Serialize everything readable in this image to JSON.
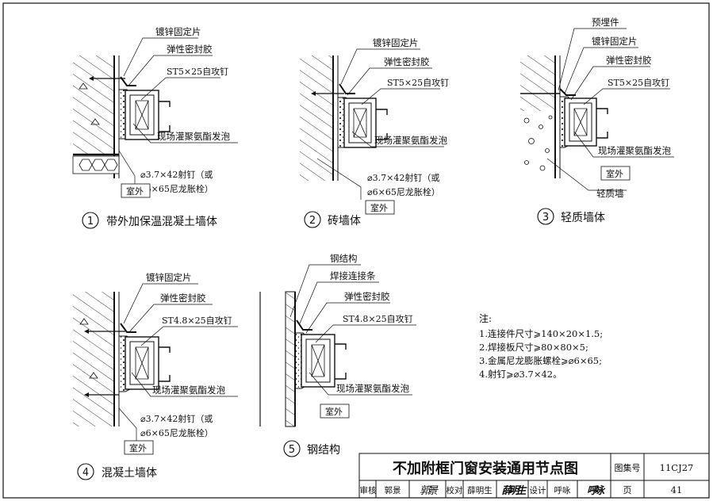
{
  "labels": {
    "zinc_plate": "镀锌固定片",
    "sealant": "弹性密封胶",
    "screw_st5": "ST5×25自攻钉",
    "screw_st48": "ST4.8×25自攻钉",
    "foam": "现场灌聚氨酯发泡",
    "nail_line1": "⌀3.7×42射钉（或",
    "nail_line2": "⌀6×65尼龙胀栓）",
    "outdoor": "室外",
    "embedded": "预埋件",
    "light_wall": "轻质墙",
    "steel_member": "钢结构",
    "weld_strip": "焊接连接条"
  },
  "details": [
    {
      "num": "1",
      "title": "带外加保温混凝土墙体"
    },
    {
      "num": "2",
      "title": "砖墙体"
    },
    {
      "num": "3",
      "title": "轻质墙体"
    },
    {
      "num": "4",
      "title": "混凝土墙体"
    },
    {
      "num": "5",
      "title": "钢结构"
    }
  ],
  "notes": {
    "heading": "注:",
    "items": [
      "1.连接件尺寸⩾140×20×1.5;",
      "2.焊接板尺寸⩾80×80×5;",
      "3.金属尼龙膨胀螺栓⩾⌀6×65;",
      "4.射钉⩾⌀3.7×42。"
    ]
  },
  "title_block": {
    "title": "不加附框门窗安装通用节点图",
    "atlas_label": "图集号",
    "atlas_no": "11CJ27",
    "page_label": "页",
    "page_no": "41",
    "review_label": "审核",
    "reviewer": "郭景",
    "check_label": "校对",
    "checker": "薛明生",
    "design_label": "设计",
    "designer": "呼咏",
    "sig1": "郭景",
    "sig2": "薛明生",
    "sig3": "呼咏"
  }
}
